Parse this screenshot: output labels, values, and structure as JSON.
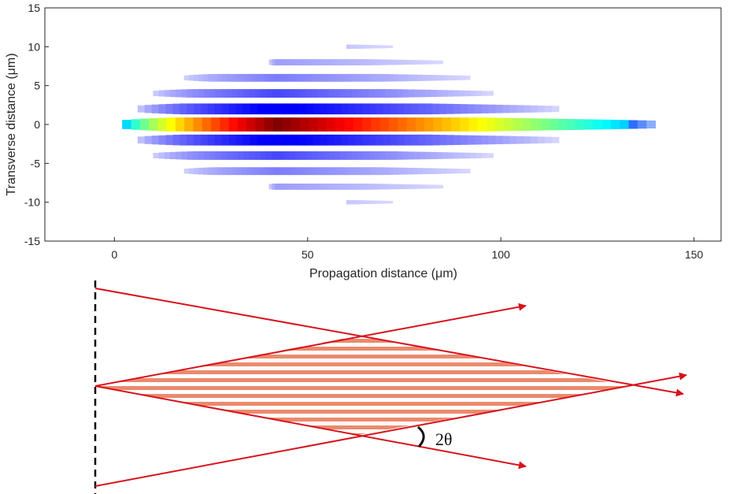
{
  "chart_data": {
    "type": "heatmap",
    "xlabel": "Propagation distance (μm)",
    "ylabel": "Transverse distance (μm)",
    "xlim": [
      -18,
      157
    ],
    "ylim": [
      -15,
      15
    ],
    "x_ticks": [
      0,
      50,
      100,
      150
    ],
    "y_ticks": [
      15,
      10,
      5,
      0,
      -5,
      -10,
      -15
    ],
    "grid": false,
    "colormap": "jet",
    "intensity_profile": {
      "peak_x": 42,
      "peak_y": 0,
      "central_lobe_x_range": [
        2,
        140
      ],
      "side_lobes_y": [
        2,
        4,
        6,
        8,
        10
      ],
      "envelope_y_half_width_max": 10
    }
  },
  "diagram": {
    "angle_label": "2θ",
    "colors": {
      "beam": "#d8121b",
      "fringes": "#eb8a6d",
      "boundary": "#000000"
    }
  }
}
